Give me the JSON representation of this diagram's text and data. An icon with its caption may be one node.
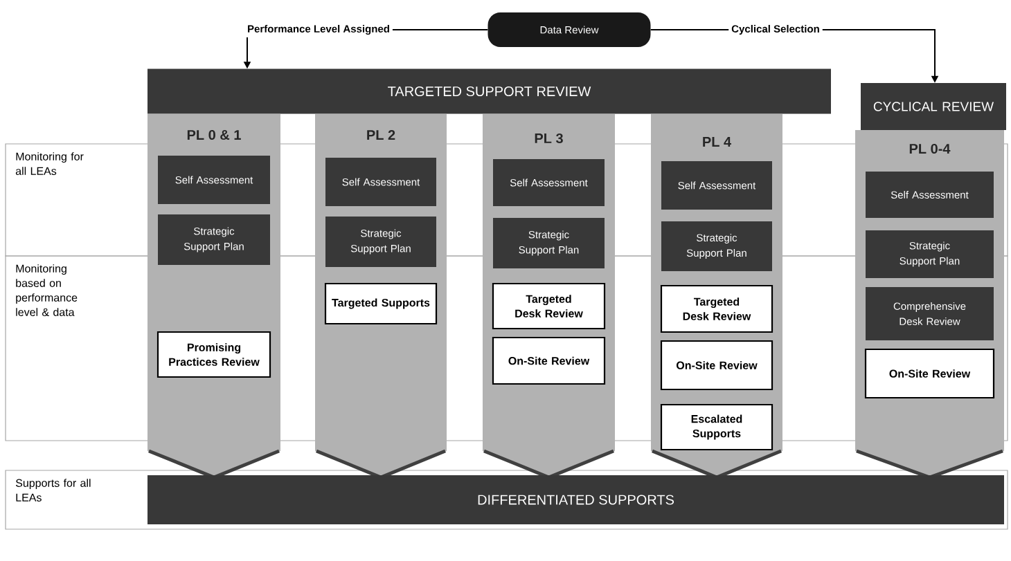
{
  "diagram": {
    "nodes": [
      {
        "text": [
          "Data Review"
        ]
      },
      {
        "text": [
          "TARGETED SUPPORT REVIEW"
        ]
      },
      {
        "text": [
          "PL 0 & 1"
        ]
      },
      {
        "text": [
          "Self Assessment"
        ]
      },
      {
        "text": [
          "Strategic Support Plan"
        ],
        "in": 2
      },
      {
        "text": [
          "Promising Practices Review"
        ]
      },
      {
        "text": [
          "PL 2"
        ]
      },
      {
        "text": [
          "Self Assessment"
        ]
      },
      {
        "text": [
          "Strategic Support Plan"
        ],
        "in": 6
      },
      {
        "text": [
          "Targeted Supports"
        ]
      },
      {
        "text": [
          "PL 3"
        ]
      },
      {
        "text": [
          "Self Assessment"
        ]
      },
      {
        "text": [
          "Strategic Support Plan"
        ],
        "in": 10
      },
      {
        "text": [
          "Targeted Desk Review"
        ]
      },
      {
        "text": [
          "On-Site Review"
        ]
      },
      {
        "text": [
          "PL 4"
        ]
      },
      {
        "text": [
          "Self Assessment"
        ]
      },
      {
        "text": [
          "Strategic Support Plan"
        ],
        "in": 15
      },
      {
        "text": [
          "Targeted Desk Review"
        ]
      },
      {
        "text": [
          "On-Site Review"
        ]
      },
      {
        "text": [
          "Escalated Supports"
        ],
        "in": 15
      },
      {
        "text": [
          "CYCLICAL REVIEW"
        ]
      },
      {
        "text": [
          "PL 0-4"
        ]
      },
      {
        "text": [
          "Self Assessment"
        ]
      },
      {
        "text": [
          "Strategic Support Plan"
        ],
        "in": 22
      },
      {
        "text": [
          "Comprehensive Desk Review"
        ]
      },
      {
        "text": [
          "On-Site Review"
        ]
      },
      {
        "text": [
          "Monitoring for all LEAs"
        ]
      },
      {
        "text": [
          "Monitoring based on performance level & data"
        ]
      },
      {
        "text": [
          "Supports for all LEAs"
        ]
      },
      {
        "text": [
          "DIFFERENTIATED SUPPORTS"
        ],
        "in": 29
      }
    ],
    "edges": [
      {
        "from": 0,
        "to": 1,
        "arrow": "to",
        "label": "Performance Level Assigned"
      },
      {
        "from": 0,
        "to": 21,
        "arrow": "to",
        "label": "Cyclical Selection"
      }
    ]
  }
}
